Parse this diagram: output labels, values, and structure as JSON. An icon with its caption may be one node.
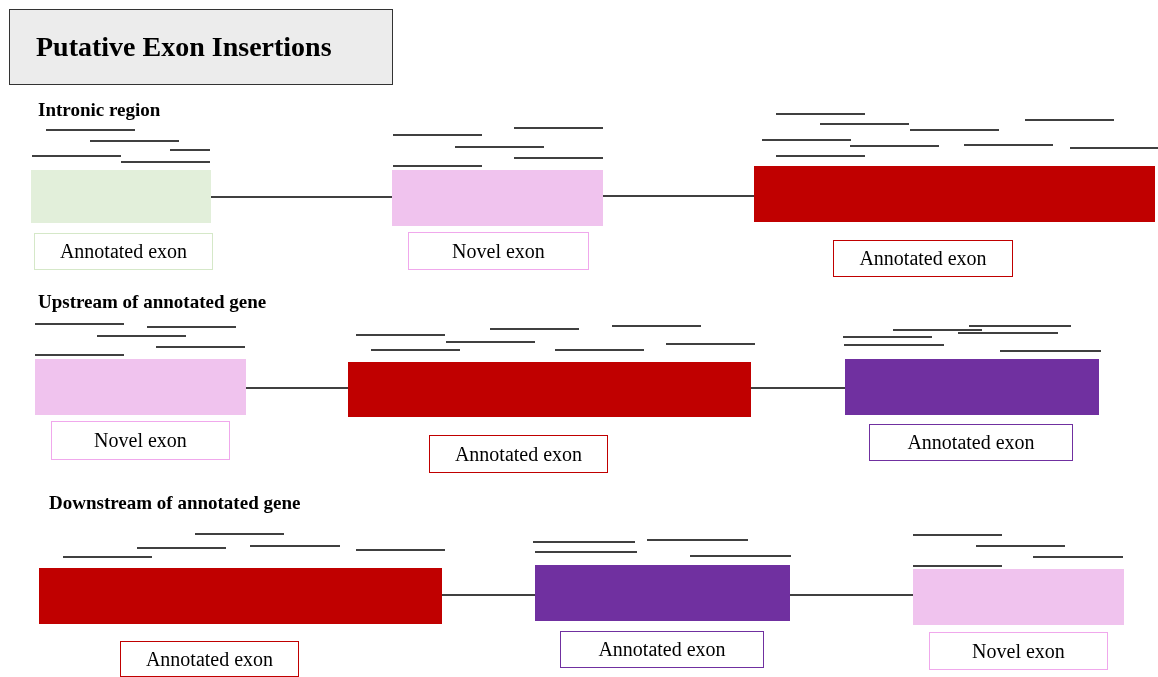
{
  "diagram": {
    "title": "Putative Exon Insertions",
    "nodes": [
      {
        "text": [],
        "shape": "bar"
      },
      {
        "text": [],
        "shape": "bar"
      },
      {
        "text": [],
        "shape": "bar"
      },
      {
        "text": [
          "Annotated exon"
        ]
      },
      {
        "text": [
          "Novel exon"
        ]
      },
      {
        "text": [
          "Annotated exon"
        ]
      },
      {
        "text": [],
        "shape": "bar"
      },
      {
        "text": [],
        "shape": "bar"
      },
      {
        "text": [],
        "shape": "bar"
      },
      {
        "text": [
          "Novel exon"
        ]
      },
      {
        "text": [
          "Annotated exon"
        ]
      },
      {
        "text": [
          "Annotated exon"
        ]
      },
      {
        "text": [],
        "shape": "bar"
      },
      {
        "text": [],
        "shape": "bar"
      },
      {
        "text": [],
        "shape": "bar"
      },
      {
        "text": [
          "Annotated exon"
        ]
      },
      {
        "text": [
          "Annotated exon"
        ]
      },
      {
        "text": [
          "Novel exon"
        ]
      }
    ],
    "edges": [
      {
        "from": 0,
        "to": 1,
        "arrow": "none"
      },
      {
        "from": 1,
        "to": 2,
        "arrow": "none"
      },
      {
        "from": 6,
        "to": 7,
        "arrow": "none"
      },
      {
        "from": 7,
        "to": 8,
        "arrow": "none"
      },
      {
        "from": 12,
        "to": 13,
        "arrow": "none"
      },
      {
        "from": 13,
        "to": 14,
        "arrow": "none"
      }
    ],
    "labels": [
      "Intronic region",
      "Upstream of annotated gene",
      "Downstream of annotated gene"
    ]
  }
}
